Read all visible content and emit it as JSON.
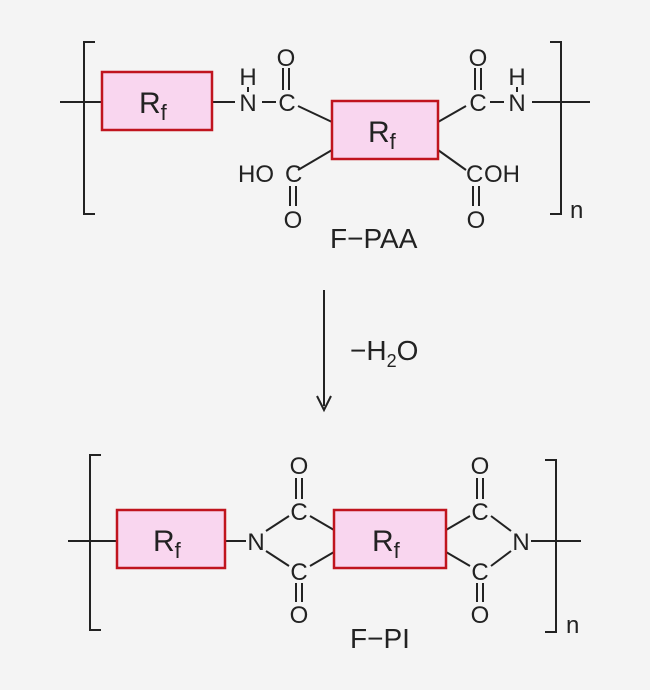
{
  "colors": {
    "box_fill": "#f9d6ef",
    "box_stroke": "#c0141e",
    "product_label": "#c0141e",
    "line": "#222222"
  },
  "atoms": {
    "R": "R",
    "f": "f",
    "H": "H",
    "N": "N",
    "C": "C",
    "O": "O",
    "HO": "HO",
    "OH": "OH",
    "n": "n"
  },
  "labels": {
    "precursor": "F−PAA",
    "reagent_prefix": "−H",
    "reagent_sub": "2",
    "reagent_suffix": "O",
    "product": "F−PI"
  }
}
